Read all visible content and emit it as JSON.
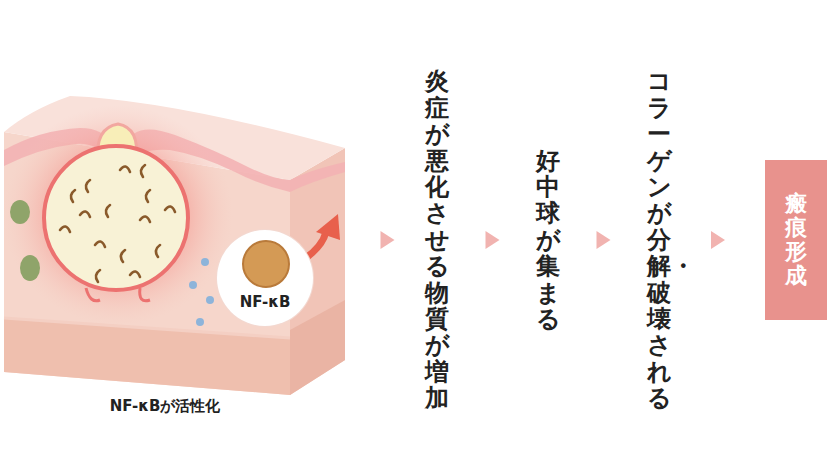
{
  "diagram": {
    "nodes": [
      {
        "text": [
          "NF-κBが活性化"
        ]
      },
      {
        "text": [
          "NF-κB"
        ],
        "in": 0
      },
      {
        "text": [
          "炎症が悪化させる物質が増加"
        ]
      },
      {
        "text": [
          "好中球が集まる"
        ]
      },
      {
        "text": [
          "コラーゲンが分解・破壊される"
        ]
      },
      {
        "text": [
          "瘢痕形成"
        ]
      }
    ],
    "edges": [
      {
        "from": 0,
        "to": 2,
        "arrow": "to"
      },
      {
        "from": 2,
        "to": 3,
        "arrow": "to"
      },
      {
        "from": 3,
        "to": 4,
        "arrow": "to"
      },
      {
        "from": 4,
        "to": 5,
        "arrow": "to"
      }
    ]
  }
}
